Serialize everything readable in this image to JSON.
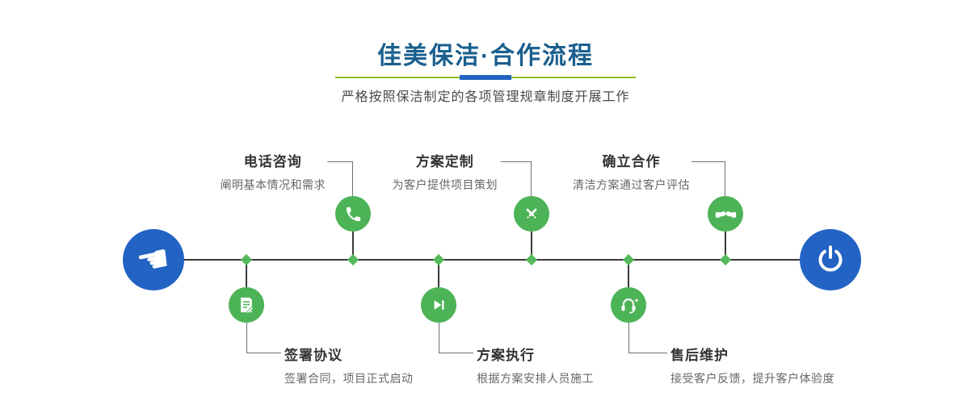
{
  "header": {
    "title": "佳美保洁·合作流程",
    "subtitle": "严格按照保洁制定的各项管理规章制度开展工作"
  },
  "timeline": {
    "start_icon": {
      "name": "pointing-hand-icon",
      "glyph": "☚"
    },
    "end_icon": {
      "name": "power-icon"
    },
    "top_steps": [
      {
        "title": "电话咨询",
        "desc": "阐明基本情况和需求",
        "icon": "phone-icon"
      },
      {
        "title": "方案定制",
        "desc": "为客户提供项目策划",
        "icon": "design-pens-icon"
      },
      {
        "title": "确立合作",
        "desc": "清洁方案通过客户评估",
        "icon": "handshake-icon"
      }
    ],
    "bottom_steps": [
      {
        "title": "签署协议",
        "desc": "签署合同，项目正式启动",
        "icon": "contract-icon"
      },
      {
        "title": "方案执行",
        "desc": "根据方案安排人员施工",
        "icon": "play-execute-icon"
      },
      {
        "title": "售后维护",
        "desc": "接受客户反馈，提升客户体验度",
        "icon": "headset-service-icon"
      }
    ]
  },
  "colors": {
    "title_blue": "#1a5f8e",
    "node_green": "#4db357",
    "endpoint_blue": "#2263c3",
    "divider_green": "#8cc21e",
    "divider_blue": "#2263c3",
    "timeline_dark": "#3a3a3a",
    "step_title": "#333333",
    "step_desc": "#666666"
  }
}
